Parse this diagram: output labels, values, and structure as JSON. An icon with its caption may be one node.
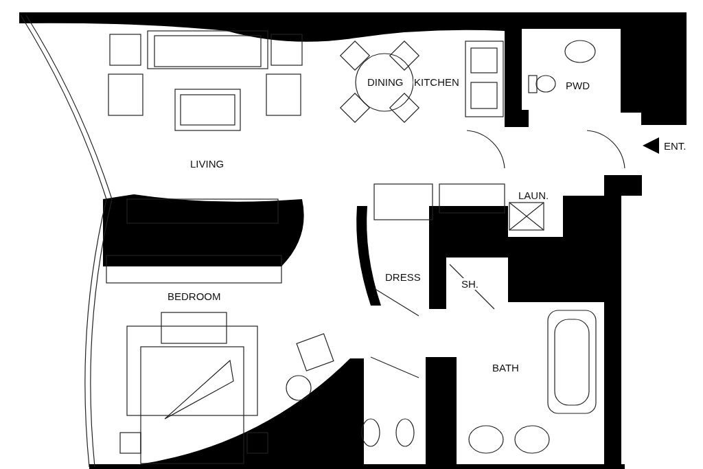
{
  "diagram": {
    "labels": [
      "DINING",
      "KITCHEN",
      "PWD",
      "ENT.",
      "LIVING",
      "LAUN.",
      "DRESS",
      "SH.",
      "BEDROOM",
      "BATH"
    ]
  }
}
